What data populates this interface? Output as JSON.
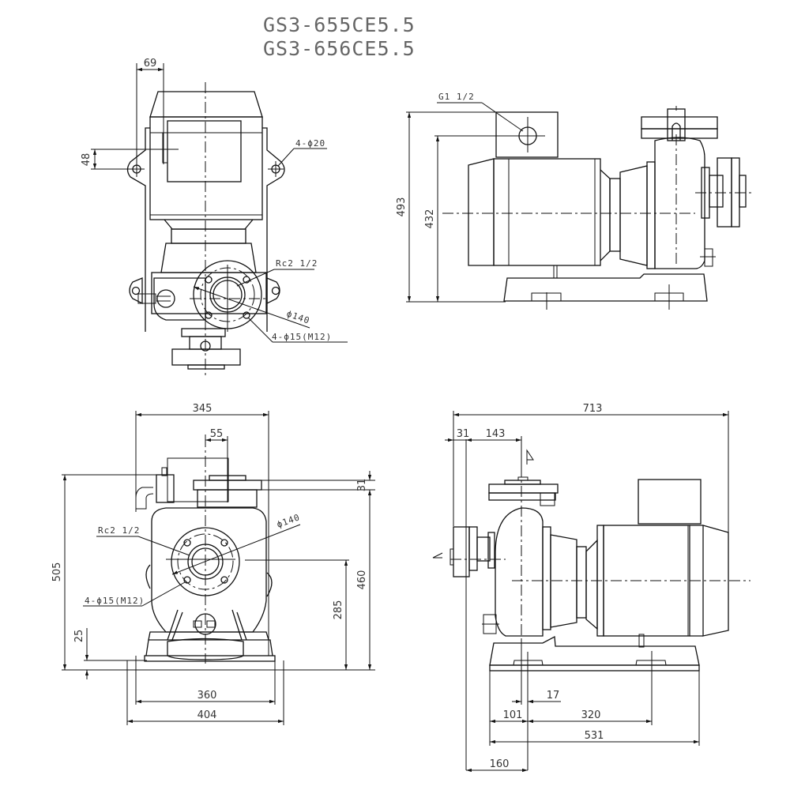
{
  "title": {
    "model_1": "GS3-655CE5.5",
    "model_2": "GS3-656CE5.5"
  },
  "top_left_view": {
    "dim_terminal_offset": "69",
    "dim_terminal_height": "48",
    "note_mount_holes": "4-ϕ20",
    "note_outlet_thread": "Rc2 1/2",
    "note_flange_dia": "ϕ140",
    "note_flange_bolts": "4-ϕ15(M12)"
  },
  "top_right_view": {
    "note_priming_port": "G1 1/2",
    "dim_overall_height": "493",
    "dim_port_height": "432"
  },
  "bottom_left_view": {
    "dim_width_overall": "345",
    "dim_offset": "55",
    "dim_flange_thickness": "31",
    "dim_total_height": "505",
    "dim_outlet_height": "460",
    "dim_center_height": "285",
    "dim_base_height": "25",
    "dim_bolt_span": "360",
    "dim_base_width": "404",
    "note_inlet_thread": "Rc2 1/2",
    "note_flange_dia": "ϕ140",
    "note_flange_bolts": "4-ϕ15(M12)"
  },
  "bottom_right_view": {
    "dim_overall_length": "713",
    "dim_flange_offset": "31",
    "dim_outlet_offset": "143",
    "dim_small_offset": "17",
    "dim_base_front": "101",
    "dim_bolt_spacing": "320",
    "dim_base_length": "531",
    "dim_inlet_to_bolt": "160"
  }
}
